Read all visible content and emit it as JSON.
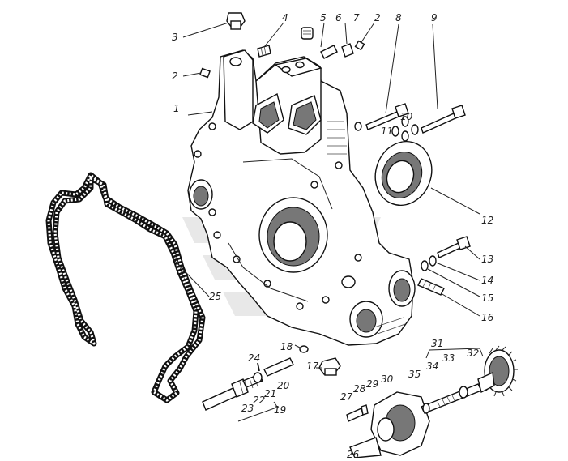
{
  "callouts": [
    {
      "num": "1"
    },
    {
      "num": "2"
    },
    {
      "num": "2"
    },
    {
      "num": "3"
    },
    {
      "num": "4"
    },
    {
      "num": "5"
    },
    {
      "num": "6"
    },
    {
      "num": "7"
    },
    {
      "num": "8"
    },
    {
      "num": "9"
    },
    {
      "num": "10"
    },
    {
      "num": "11"
    },
    {
      "num": "12"
    },
    {
      "num": "13"
    },
    {
      "num": "14"
    },
    {
      "num": "15"
    },
    {
      "num": "16"
    },
    {
      "num": "17"
    },
    {
      "num": "18"
    },
    {
      "num": "19"
    },
    {
      "num": "20"
    },
    {
      "num": "21"
    },
    {
      "num": "22"
    },
    {
      "num": "23"
    },
    {
      "num": "24"
    },
    {
      "num": "25"
    },
    {
      "num": "26"
    },
    {
      "num": "27"
    },
    {
      "num": "28"
    },
    {
      "num": "29"
    },
    {
      "num": "30"
    },
    {
      "num": "31"
    },
    {
      "num": "32"
    },
    {
      "num": "33"
    },
    {
      "num": "34"
    },
    {
      "num": "35"
    }
  ]
}
